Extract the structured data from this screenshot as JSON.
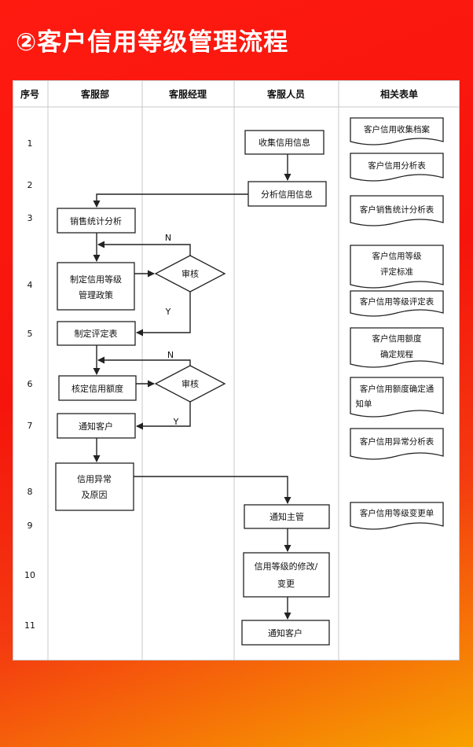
{
  "title": "②客户信用等级管理流程",
  "columns": [
    "序号",
    "客服部",
    "客服经理",
    "客服人员",
    "相关表单"
  ],
  "rows": [
    "1",
    "2",
    "3",
    "4",
    "5",
    "6",
    "7",
    "8",
    "9",
    "10",
    "11"
  ],
  "nodes": {
    "collect": [
      "收集信用信息"
    ],
    "analyze": [
      "分析信用信息"
    ],
    "sales": [
      "销售统计分析"
    ],
    "policy": [
      "制定信用等级",
      "管理政策"
    ],
    "review1": [
      "审核"
    ],
    "table": [
      "制定评定表"
    ],
    "quota": [
      "核定信用额度"
    ],
    "review2": [
      "审核"
    ],
    "notify": [
      "通知客户"
    ],
    "abnormal": [
      "信用异常",
      "及原因"
    ],
    "notify_mgr": [
      "通知主管"
    ],
    "modify": [
      "信用等级的修改/",
      "变更"
    ],
    "notify2": [
      "通知客户"
    ]
  },
  "branch_labels": {
    "no1": "N",
    "yes1": "Y",
    "no2": "N",
    "yes2": "Y"
  },
  "documents": [
    [
      "客户信用收集档案"
    ],
    [
      "客户信用分析表"
    ],
    [
      "客户销售统计分析表"
    ],
    [
      "客户信用等级",
      "评定标准"
    ],
    [
      "客户信用等级评定表"
    ],
    [
      "客户信用额度",
      "确定规程"
    ],
    [
      "客户信用额度确定通",
      "知单"
    ],
    [
      "客户信用异常分析表"
    ],
    [
      "客户信用等级变更单"
    ]
  ],
  "colors": {
    "line": "#222222",
    "grid": "#c8c8c8",
    "title": "#ffffff"
  }
}
